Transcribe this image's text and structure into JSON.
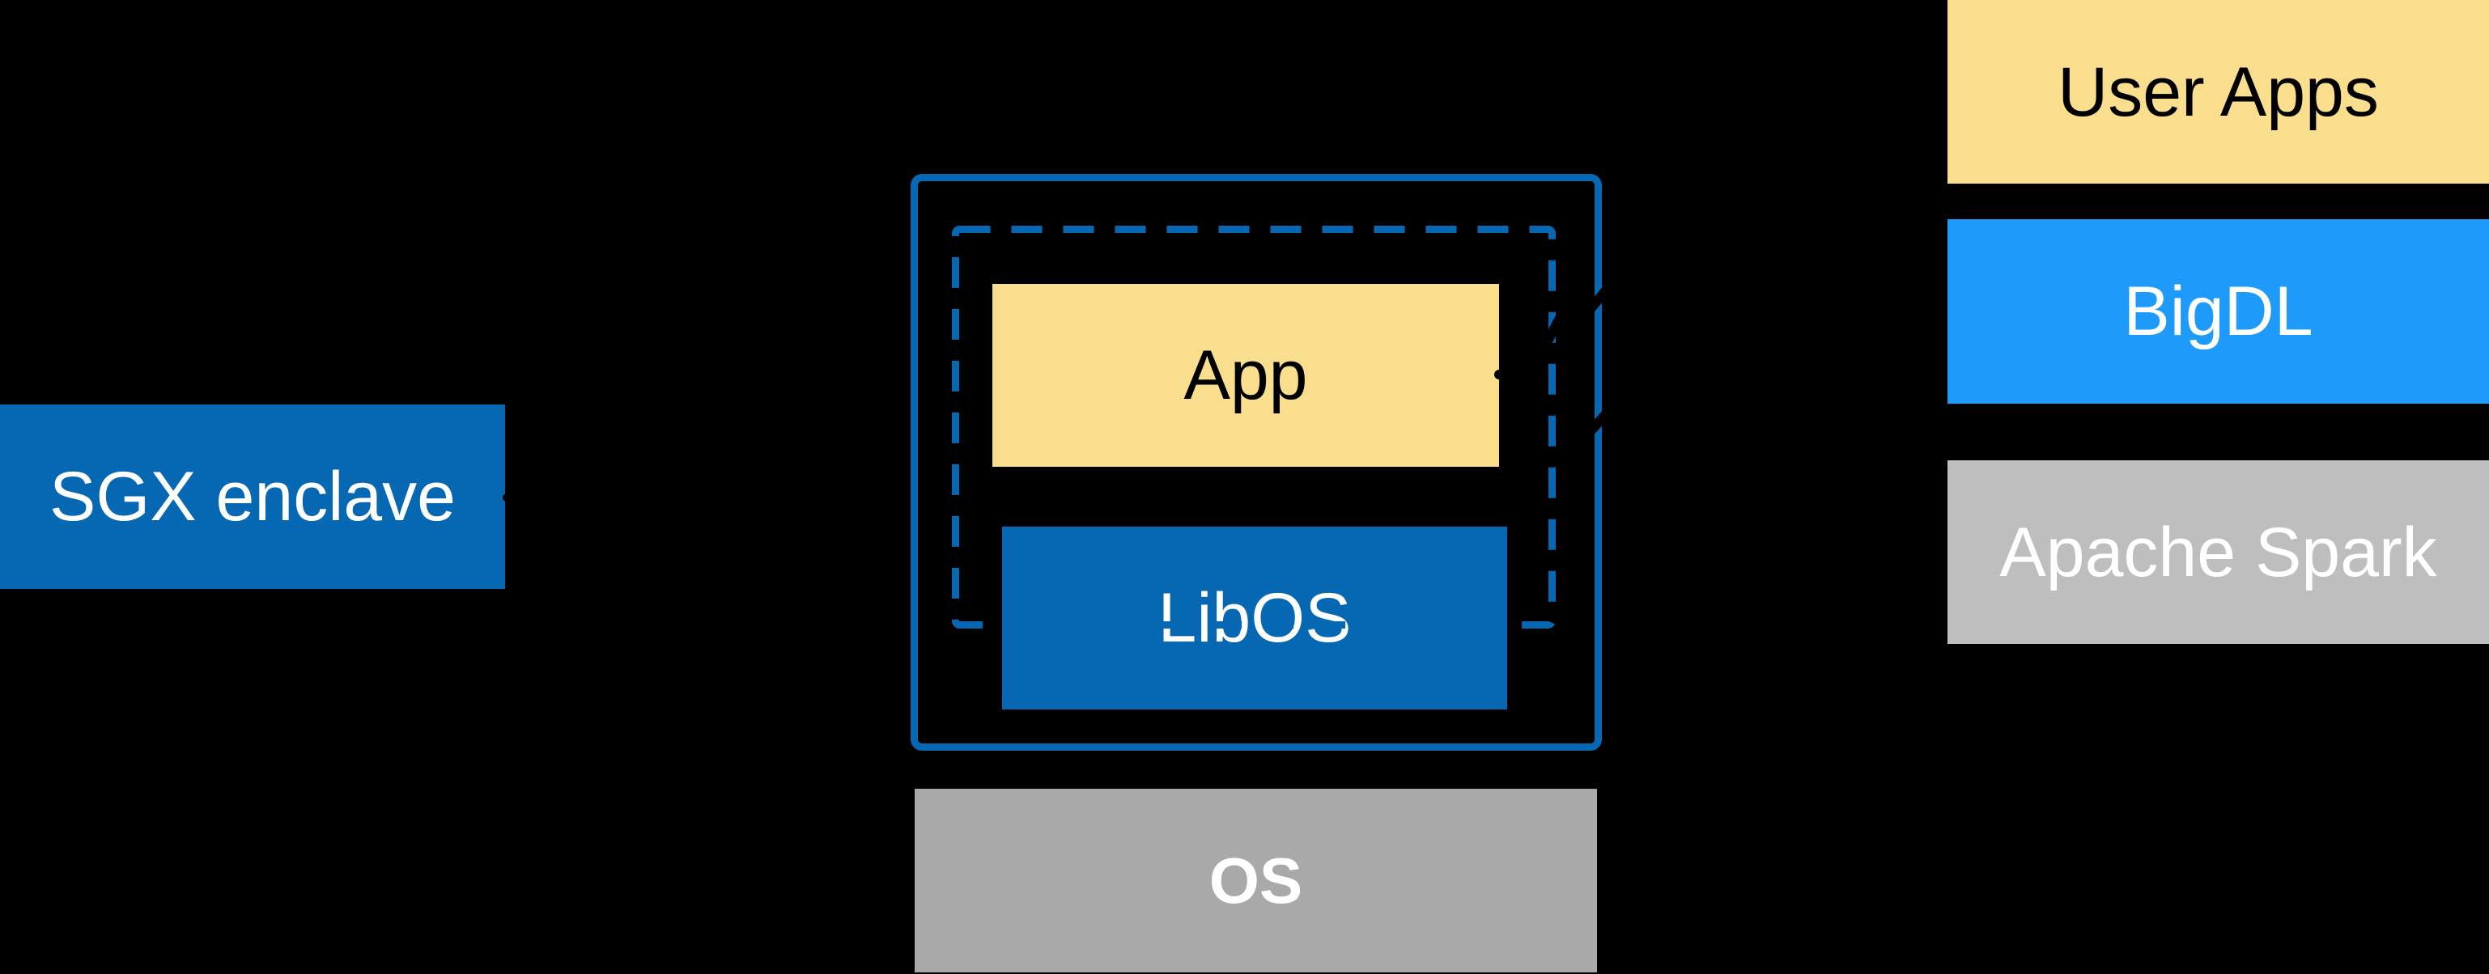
{
  "diagram": {
    "background": "#000000",
    "sgx": {
      "label": "SGX enclave",
      "fill": "#0668B2",
      "text_color": "#FFFFFF"
    },
    "enclave_container": {
      "outline_color": "#0668B2",
      "dashed_outline_color": "#0668B2",
      "app": {
        "label": "App",
        "fill": "#F8DE8D",
        "text_color": "#000000"
      },
      "libos": {
        "label": "LibOS",
        "fill": "#0668B2",
        "text_color": "#FFFFFF"
      }
    },
    "os": {
      "label": "OS",
      "fill": "#A9A9A9",
      "text_color": "#FFFFFF"
    },
    "stack": [
      {
        "label": "User Apps",
        "fill": "#F8DE8D",
        "text_color": "#000000"
      },
      {
        "label": "BigDL",
        "fill": "#1E9AFA",
        "text_color": "#FFFFFF"
      },
      {
        "label": "Apache Spark",
        "fill": "#BEBEBE",
        "text_color": "#FFFFFF"
      }
    ],
    "connectors": {
      "color": "#000000",
      "arrowhead_dots": 2,
      "border_cut_marks": 3
    }
  }
}
